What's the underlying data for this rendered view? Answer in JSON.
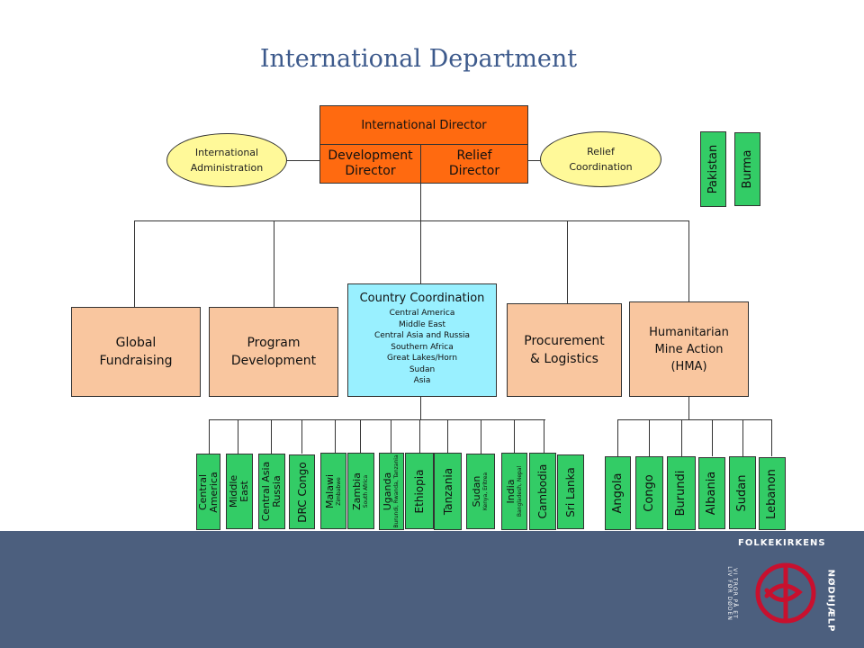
{
  "title": "International Department",
  "director": {
    "top": "International Director",
    "left_line1": "Development",
    "left_line2": "Director",
    "right_line1": "Relief",
    "right_line2": "Director"
  },
  "ovals": {
    "admin_line1": "International",
    "admin_line2": "Administration",
    "relief_line1": "Relief",
    "relief_line2": "Coordination"
  },
  "top_right": [
    "Pakistan",
    "Burma"
  ],
  "departments": {
    "global": [
      "Global",
      "Fundraising"
    ],
    "program": [
      "Program",
      "Development"
    ],
    "country_title": "Country Coordination",
    "country_items": [
      "Central America",
      "Middle East",
      "Central Asia and Russia",
      "Southern Africa",
      "Great Lakes/Horn",
      "Sudan",
      "Asia"
    ],
    "procurement": [
      "Procurement",
      "& Logistics"
    ],
    "hma": [
      "Humanitarian",
      "Mine Action",
      "(HMA)"
    ]
  },
  "countries": [
    {
      "main": "Central",
      "main2": "America",
      "sub": ""
    },
    {
      "main": "Middle",
      "main2": "East",
      "sub": ""
    },
    {
      "main": "Central Asia",
      "main2": "Russia",
      "sub": ""
    },
    {
      "main": "DRC Congo",
      "main2": "",
      "sub": ""
    },
    {
      "main": "Malawi",
      "main2": "",
      "sub": "Zimbabwe"
    },
    {
      "main": "Zambia",
      "main2": "",
      "sub": "South Africa"
    },
    {
      "main": "Uganda",
      "main2": "",
      "sub": "Burundi, Rwanda, Tanzania"
    },
    {
      "main": "Ethiopia",
      "main2": "",
      "sub": ""
    },
    {
      "main": "Tanzania",
      "main2": "",
      "sub": ""
    },
    {
      "main": "Sudan",
      "main2": "",
      "sub": "Kenya, Eritrea"
    },
    {
      "main": "India",
      "main2": "",
      "sub": "Bangladesh, Nepal"
    },
    {
      "main": "Cambodia",
      "main2": "",
      "sub": ""
    },
    {
      "main": "Sri Lanka",
      "main2": "",
      "sub": ""
    }
  ],
  "hma_countries": [
    "Angola",
    "Congo",
    "Burundi",
    "Albania",
    "Sudan",
    "Lebanon"
  ],
  "logo": {
    "name_lines": [
      "FOLKEKIRKENS",
      "NØDHJÆLP"
    ],
    "motto_lines": [
      "VI TROR PÅ ET",
      "LIV FØR DØDEN"
    ]
  },
  "colors": {
    "director": "#ff6a10",
    "department": "#f9c69f",
    "country": "#33cc66",
    "coordination": "#99f0ff",
    "oval": "#fff999",
    "footer": "#4c5f7e",
    "logo_red": "#c8102e"
  }
}
